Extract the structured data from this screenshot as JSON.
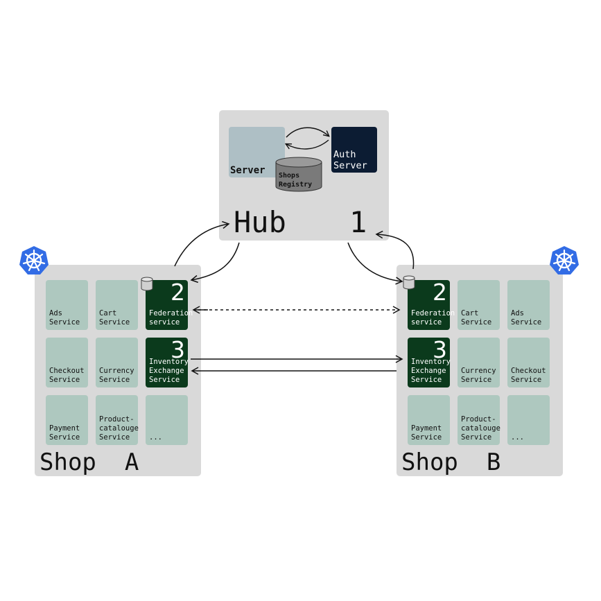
{
  "hub": {
    "server_label": "Server",
    "auth_label": "Auth\nServer",
    "registry_label": "Shops\nRegistry",
    "title": "Hub",
    "number": "1"
  },
  "shop_a": {
    "title": "Shop  A",
    "tiles": [
      {
        "label": "Ads\nService"
      },
      {
        "label": "Cart\nService"
      },
      {
        "label": "Federation\nservice",
        "num": "2"
      },
      {
        "label": "Checkout\nService"
      },
      {
        "label": "Currency\nService"
      },
      {
        "label": "Inventory\nExchange\nService",
        "num": "3"
      },
      {
        "label": "Payment\nService"
      },
      {
        "label": "Product-\ncatalouge\nService"
      },
      {
        "label": "..."
      }
    ]
  },
  "shop_b": {
    "title": "Shop  B",
    "tiles": [
      {
        "label": "Federation\nservice",
        "num": "2"
      },
      {
        "label": "Cart\nService"
      },
      {
        "label": "Ads\nService"
      },
      {
        "label": "Inventory\nExchange\nService",
        "num": "3"
      },
      {
        "label": "Currency\nService"
      },
      {
        "label": "Checkout\nService"
      },
      {
        "label": "Payment\nService"
      },
      {
        "label": "Product-\ncatalouge\nService"
      },
      {
        "label": "..."
      }
    ]
  },
  "icons": {
    "kubernetes_a": "kubernetes-icon",
    "kubernetes_b": "kubernetes-icon",
    "database": "database-icon"
  },
  "colors": {
    "panel": "#d9d9d9",
    "tile": "#aec8bf",
    "tile_dark": "#0b3a1c",
    "server": "#aebfc5",
    "auth": "#0c1c33",
    "k8s": "#326ce5"
  }
}
